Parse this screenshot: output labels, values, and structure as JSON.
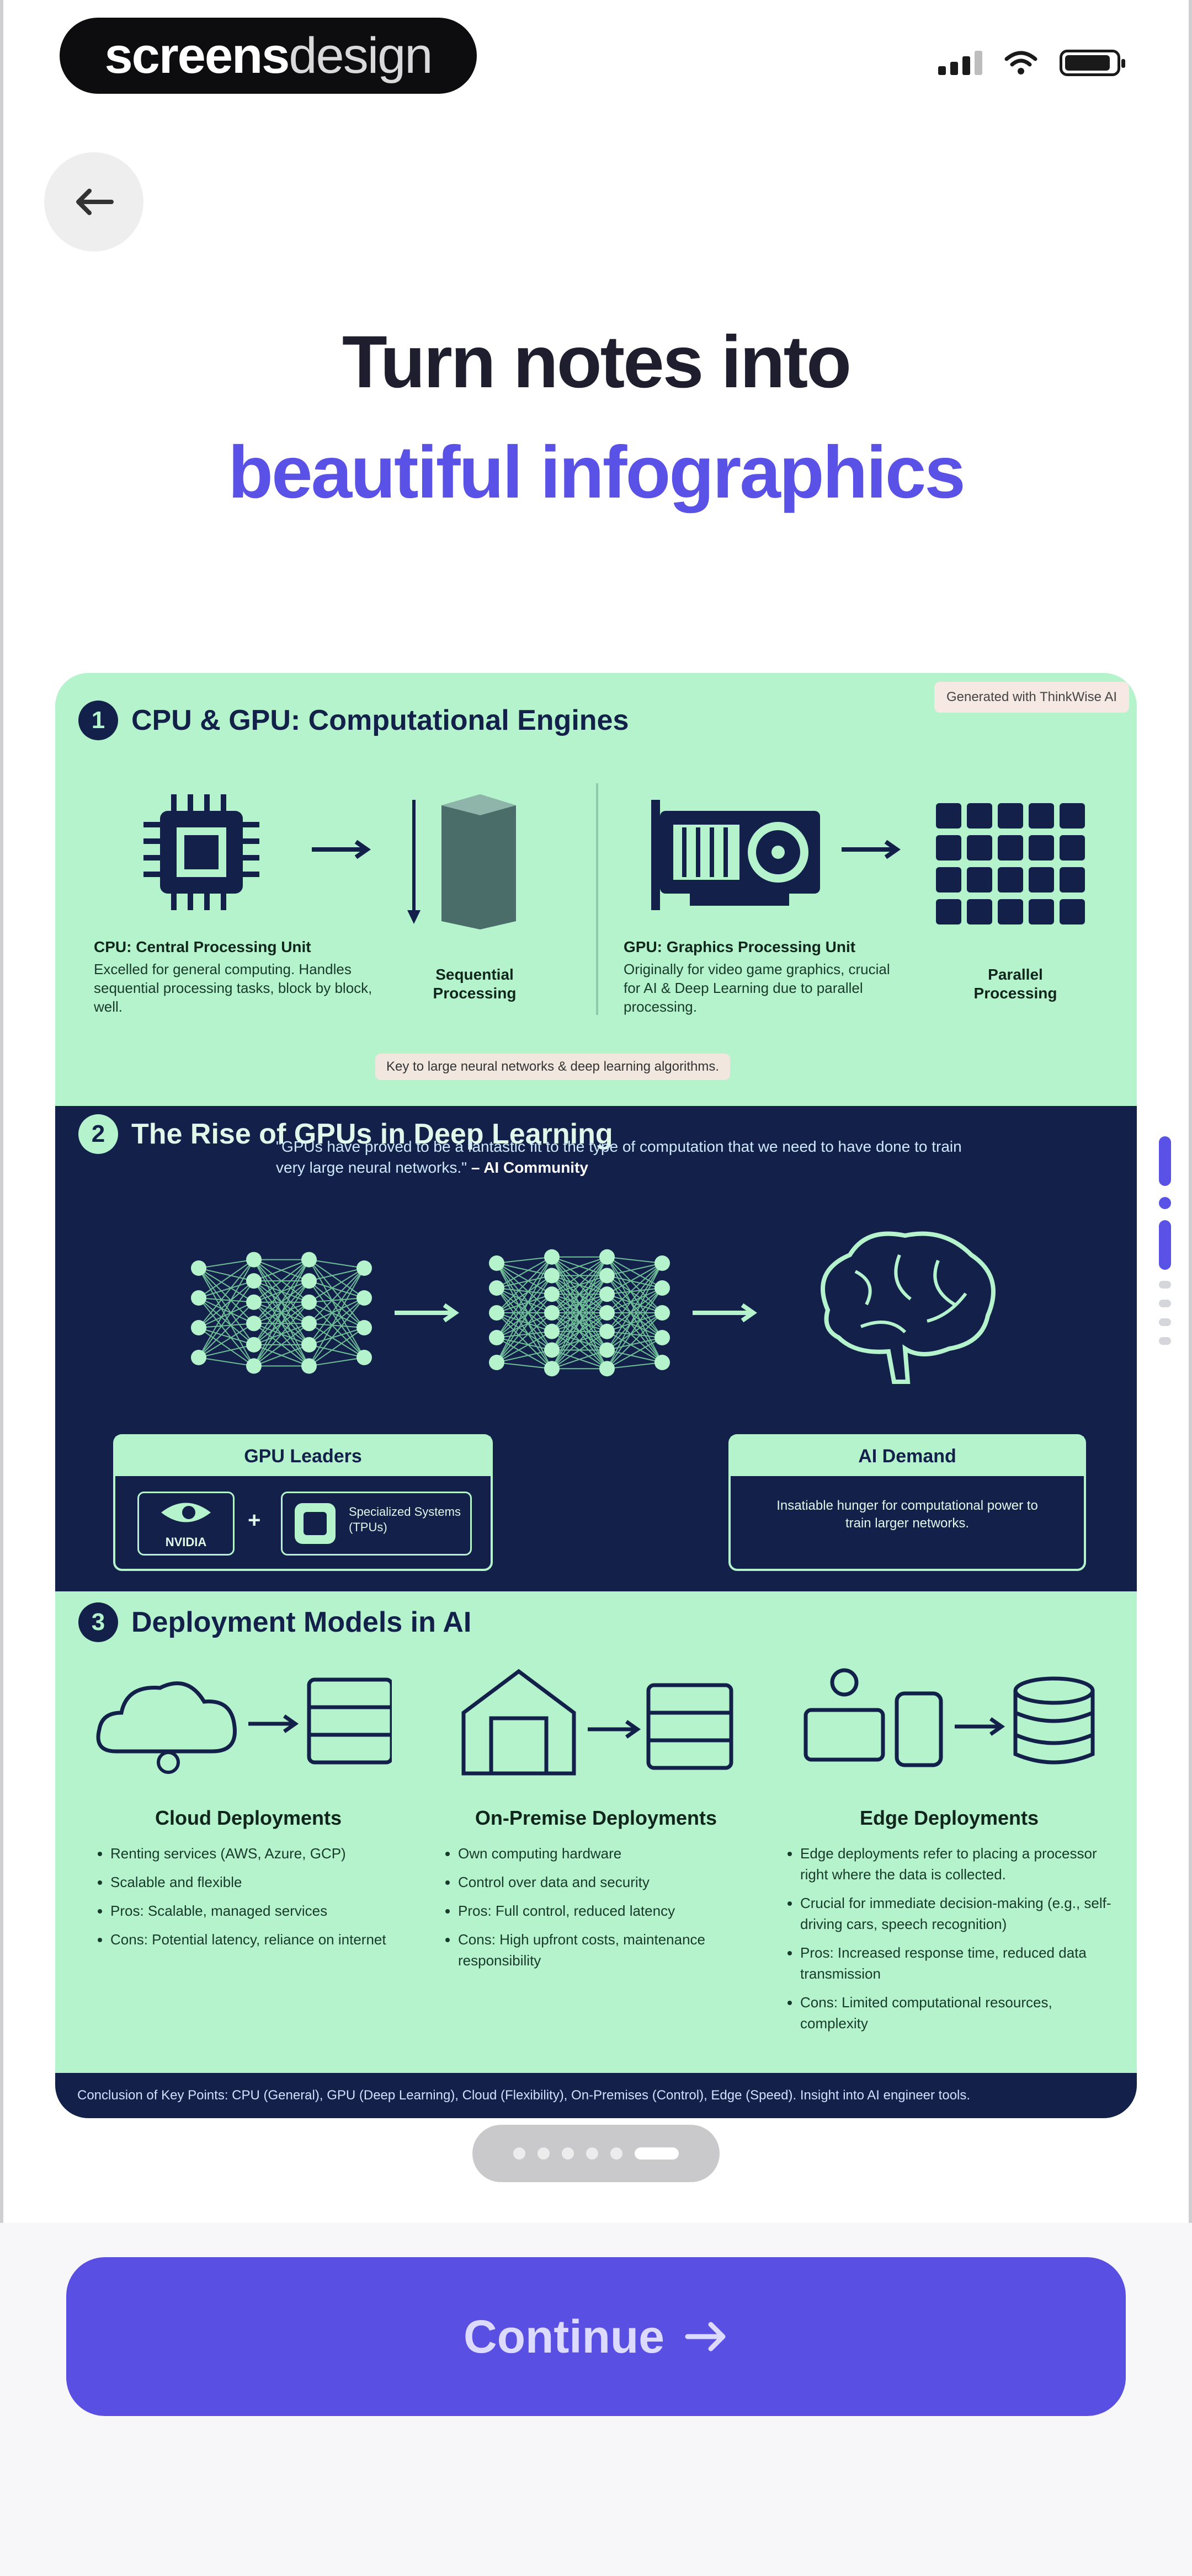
{
  "status_bar": {
    "brand_a": "screens",
    "brand_b": "design",
    "battery_level": 0.9
  },
  "nav": {
    "back_icon": "arrow-left-icon"
  },
  "headline": {
    "line1": "Turn notes into",
    "line2": "beautiful infographics"
  },
  "colors": {
    "accent": "#5a51e6",
    "mint": "#b5f3cd",
    "navy": "#13204a"
  },
  "infographic": {
    "tag": "Generated with ThinkWise AI",
    "section1": {
      "number": "1",
      "title": "CPU & GPU: Computational Engines",
      "cpu_title": "CPU: Central Processing Unit",
      "cpu_desc": "Excelled for general computing. Handles sequential processing tasks, block by block, well.",
      "sequential": "Sequential Processing",
      "gpu_title": "GPU: Graphics Processing Unit",
      "gpu_desc": "Originally for video game graphics, crucial for AI & Deep Learning due to parallel processing.",
      "parallel": "Parallel Processing",
      "note": "Key to large neural networks & deep learning algorithms."
    },
    "section2": {
      "number": "2",
      "title": "The Rise of GPUs in Deep Learning",
      "quote": "\"GPUs have proved to be a fantastic fit to the type of computation that we need to have done to train very large neural networks.\"",
      "quote_source": "– AI Community",
      "gpu_leaders": "GPU Leaders",
      "nvidia": "NVIDIA",
      "plus": "+",
      "specialized": "Specialized Systems (TPUs)",
      "ai_demand": "AI Demand",
      "ai_demand_desc": "Insatiable hunger for computational power to train larger networks."
    },
    "section3": {
      "number": "3",
      "title": "Deployment Models in AI",
      "columns": [
        {
          "title": "Cloud Deployments",
          "items": [
            "Renting services (AWS, Azure, GCP)",
            "Scalable and flexible",
            "Pros: Scalable, managed services",
            "Cons: Potential latency, reliance on internet"
          ]
        },
        {
          "title": "On-Premise Deployments",
          "items": [
            "Own computing hardware",
            "Control over data and security",
            "Pros: Full control, reduced latency",
            "Cons: High upfront costs, maintenance responsibility"
          ]
        },
        {
          "title": "Edge Deployments",
          "items": [
            "Edge deployments refer to placing a processor right where the data is collected.",
            "Crucial for immediate decision-making (e.g., self-driving cars, speech recognition)",
            "Pros: Increased response time, reduced data transmission",
            "Cons: Limited computational resources, complexity"
          ]
        }
      ]
    },
    "footer": "Conclusion of Key Points: CPU (General), GPU (Deep Learning), Cloud (Flexibility), On-Premises (Control), Edge (Speed). Insight into AI engineer tools."
  },
  "pager": {
    "count": 6,
    "active": 6
  },
  "cta": {
    "label": "Continue",
    "icon": "arrow-right-icon"
  }
}
